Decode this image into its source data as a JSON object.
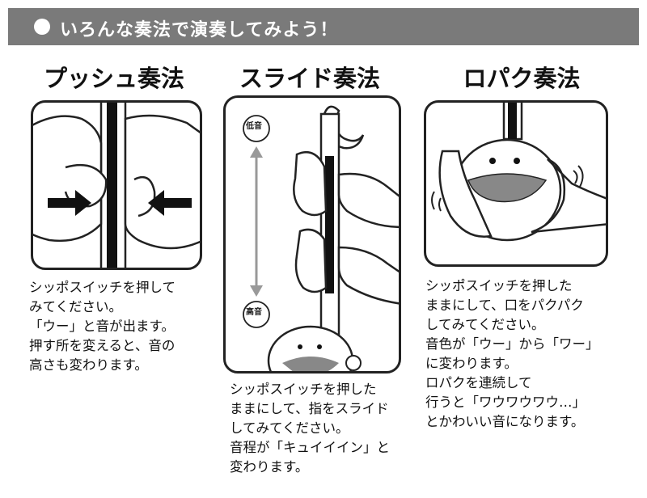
{
  "banner": {
    "title": "いろんな奏法で演奏してみよう！"
  },
  "sections": [
    {
      "title": "プッシュ奏法",
      "lines": [
        "シッポスイッチを押して",
        "みてください。",
        "「ウー」と音が出ます。",
        "押す所を変えると、音の",
        "高さも変わります。"
      ]
    },
    {
      "title": "スライド奏法",
      "labels": {
        "low": "低音",
        "high": "高音"
      },
      "lines": [
        "シッポスイッチを押した",
        "ままにして、指をスライド",
        "してみてください。",
        "音程が「キュイイイン」と",
        "変わります。"
      ]
    },
    {
      "title": "ロパク奏法",
      "lines": [
        "シッポスイッチを押した",
        "ままにして、口をパクパク",
        "してみてください。",
        "音色が「ウー」から「ワー」",
        "に変わります。",
        "ロパクを連続して",
        "行うと「ワウワウワウ…」",
        "とかわいい音になります。"
      ]
    }
  ]
}
